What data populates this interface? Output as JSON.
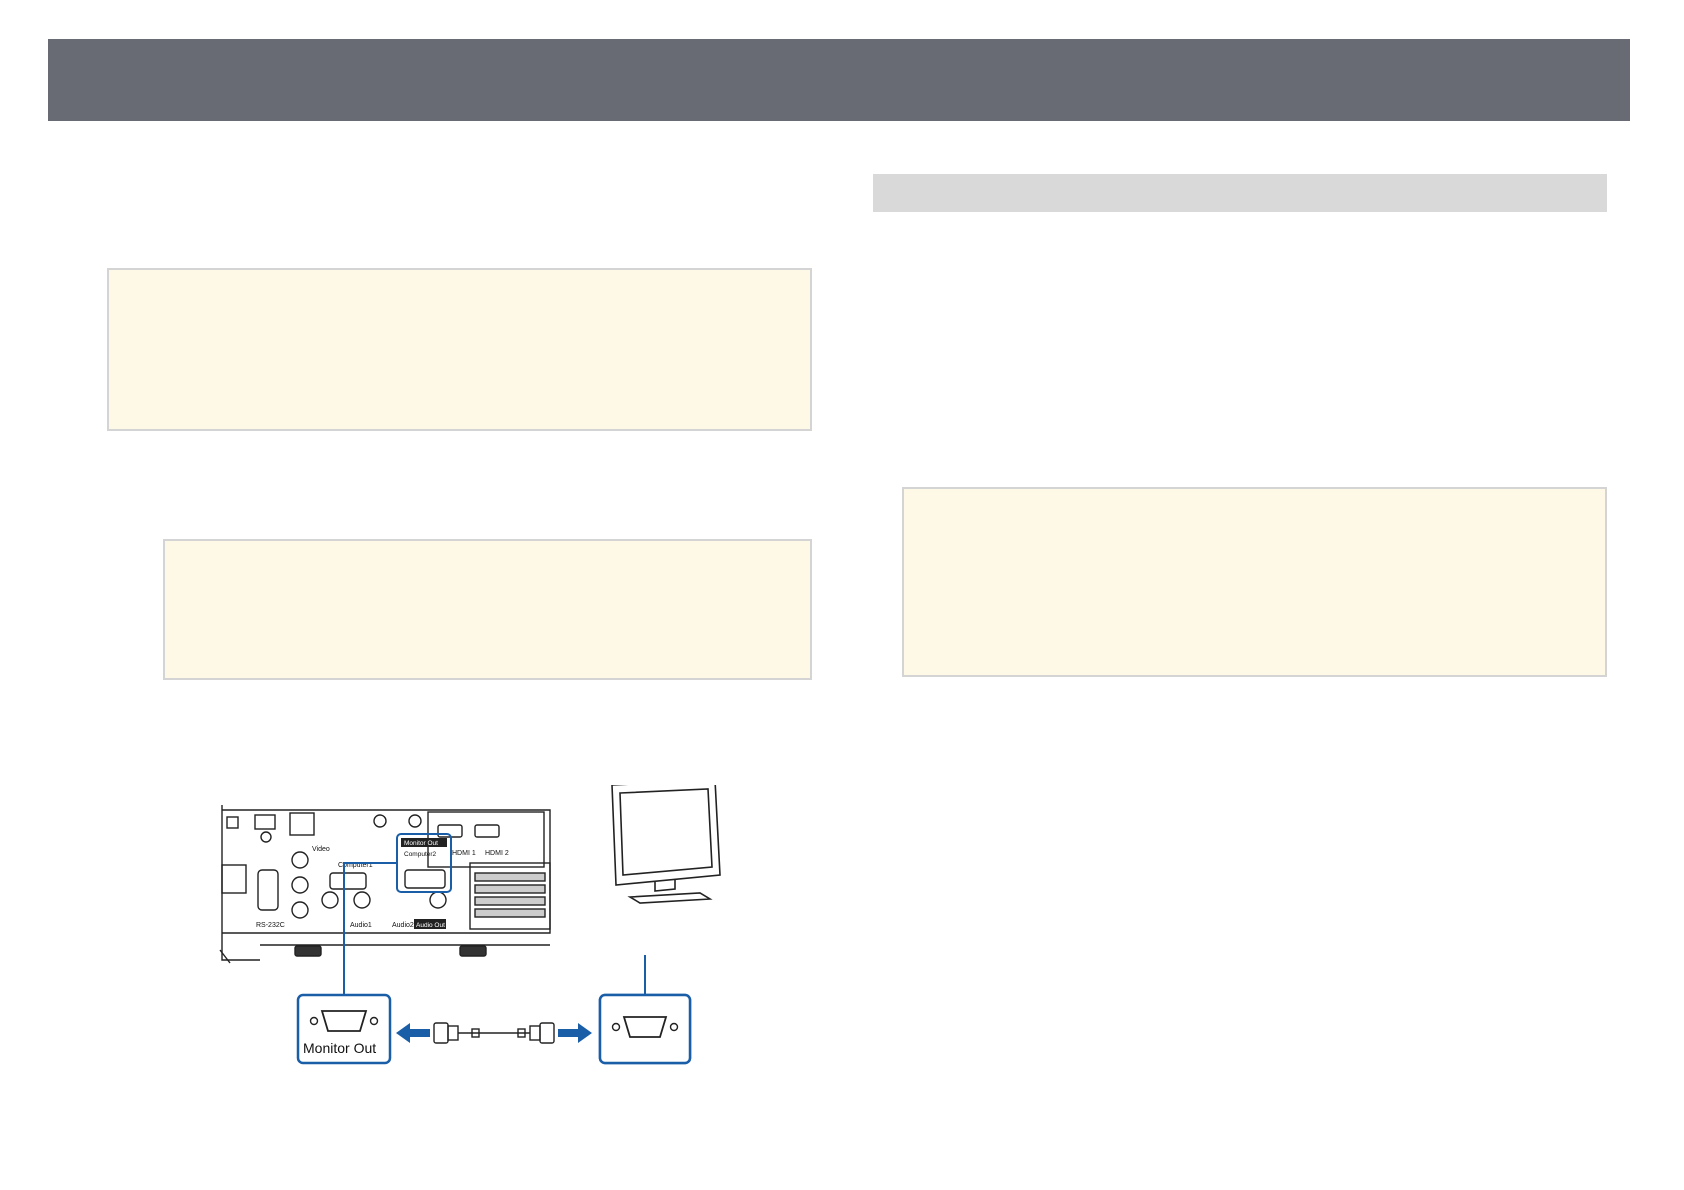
{
  "figure": {
    "port_labels": {
      "video": "Video",
      "computer1": "Computer1",
      "monitor_out_small": "Monitor Out",
      "computer2": "Computer2",
      "hdmi1": "HDMI 1",
      "hdmi2": "HDMI 2",
      "rs232c": "RS-232C",
      "audio1": "Audio1",
      "audio2": "Audio2",
      "audio_out": "Audio Out"
    },
    "callout_label": "Monitor Out",
    "colors": {
      "callout_stroke": "#1a5ea8",
      "arrow": "#1a5ea8",
      "header": "#686b74",
      "note_fill": "#fef8e7"
    }
  }
}
